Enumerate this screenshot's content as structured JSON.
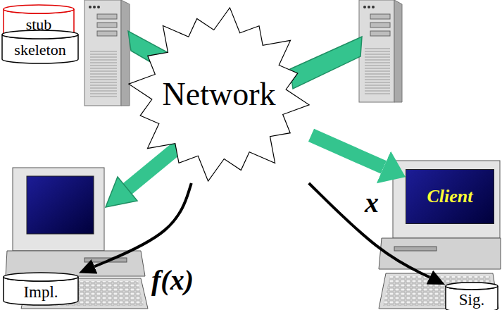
{
  "diagram": {
    "nodes": [
      {
        "text": [
          "stub"
        ]
      },
      {
        "text": [
          "skeleton"
        ]
      },
      {
        "text": [
          "Network"
        ]
      },
      {
        "text": [
          "Client"
        ]
      },
      {
        "text": [
          "Impl."
        ]
      },
      {
        "text": [
          "Sig."
        ]
      }
    ],
    "edges": [
      {
        "from": 2,
        "to": 3,
        "arrow": "to"
      },
      {
        "from": 2,
        "to": 4,
        "label": "f(x)",
        "arrow": "to"
      },
      {
        "from": 2,
        "to": 5,
        "label": "x",
        "arrow": "to"
      }
    ]
  }
}
